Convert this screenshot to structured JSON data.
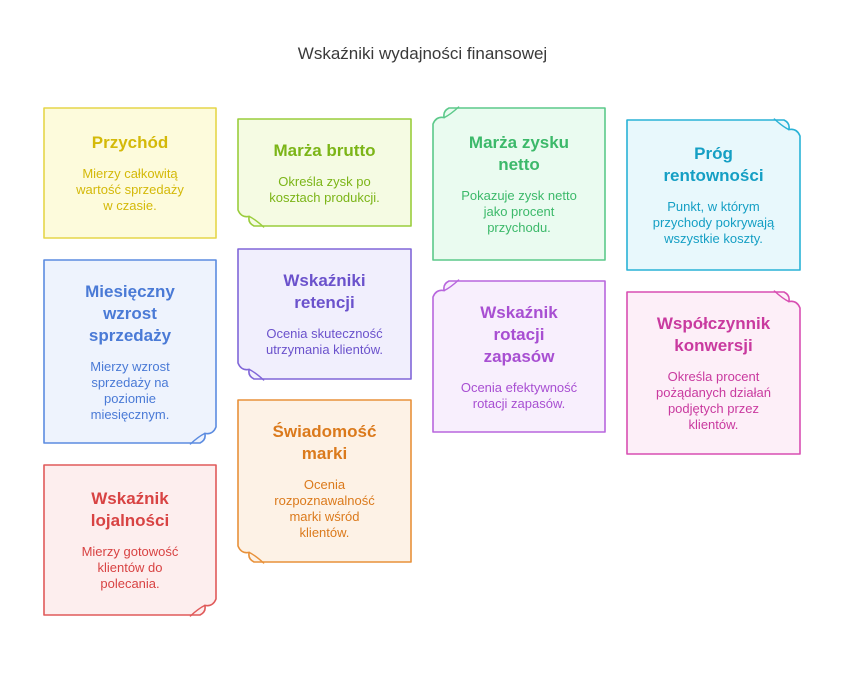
{
  "title": "Wskaźniki wydajności finansowej",
  "cards": [
    {
      "title_lines": [
        "Przychód"
      ],
      "desc_lines": [
        "Mierzy całkowitą",
        "wartość sprzedaży",
        "w czasie."
      ],
      "fill": "#fdfbdc",
      "stroke": "#e5d64a",
      "color": "#d4b909",
      "curl": "none"
    },
    {
      "title_lines": [
        "Marża brutto"
      ],
      "desc_lines": [
        "Określa zysk po",
        "kosztach produkcji."
      ],
      "fill": "#f5fbe3",
      "stroke": "#9acd3c",
      "color": "#7cb518",
      "curl": "bottom-left"
    },
    {
      "title_lines": [
        "Marża zysku",
        "netto"
      ],
      "desc_lines": [
        "Pokazuje zysk netto",
        "jako procent",
        "przychodu."
      ],
      "fill": "#eafbf0",
      "stroke": "#5cc98a",
      "color": "#3cb96a",
      "curl": "top-left"
    },
    {
      "title_lines": [
        "Próg",
        "rentowności"
      ],
      "desc_lines": [
        "Punkt, w którym",
        "przychody pokrywają",
        "wszystkie koszty."
      ],
      "fill": "#e8f8fc",
      "stroke": "#29b2d6",
      "color": "#159fc4",
      "curl": "top-right"
    },
    {
      "title_lines": [
        "Miesięczny",
        "wzrost",
        "sprzedaży"
      ],
      "desc_lines": [
        "Mierzy wzrost",
        "sprzedaży na",
        "poziomie",
        "miesięcznym."
      ],
      "fill": "#eef3fd",
      "stroke": "#5b8be0",
      "color": "#4a7ad6",
      "curl": "bottom-right"
    },
    {
      "title_lines": [
        "Wskaźniki",
        "retencji"
      ],
      "desc_lines": [
        "Ocenia skuteczność",
        "utrzymania klientów."
      ],
      "fill": "#f1effd",
      "stroke": "#8066d8",
      "color": "#6b52cc",
      "curl": "bottom-left"
    },
    {
      "title_lines": [
        "Wskaźnik",
        "rotacji",
        "zapasów"
      ],
      "desc_lines": [
        "Ocenia efektywność",
        "rotacji zapasów."
      ],
      "fill": "#f8effd",
      "stroke": "#b866dd",
      "color": "#a84fd2",
      "curl": "top-left"
    },
    {
      "title_lines": [
        "Współczynnik",
        "konwersji"
      ],
      "desc_lines": [
        "Określa procent",
        "pożądanych działań",
        "podjętych przez",
        "klientów."
      ],
      "fill": "#fdeff8",
      "stroke": "#d84fb2",
      "color": "#c93a9f",
      "curl": "top-right"
    },
    {
      "title_lines": [
        "Świadomość",
        "marki"
      ],
      "desc_lines": [
        "Ocenia",
        "rozpoznawalność",
        "marki wśród",
        "klientów."
      ],
      "fill": "#fdf2e6",
      "stroke": "#e8913a",
      "color": "#db7a1c",
      "curl": "bottom-left"
    },
    {
      "title_lines": [
        "Wskaźnik",
        "lojalności"
      ],
      "desc_lines": [
        "Mierzy gotowość",
        "klientów do",
        "polecania."
      ],
      "fill": "#fdeeee",
      "stroke": "#e05a5a",
      "color": "#d84343",
      "curl": "bottom-right"
    }
  ]
}
